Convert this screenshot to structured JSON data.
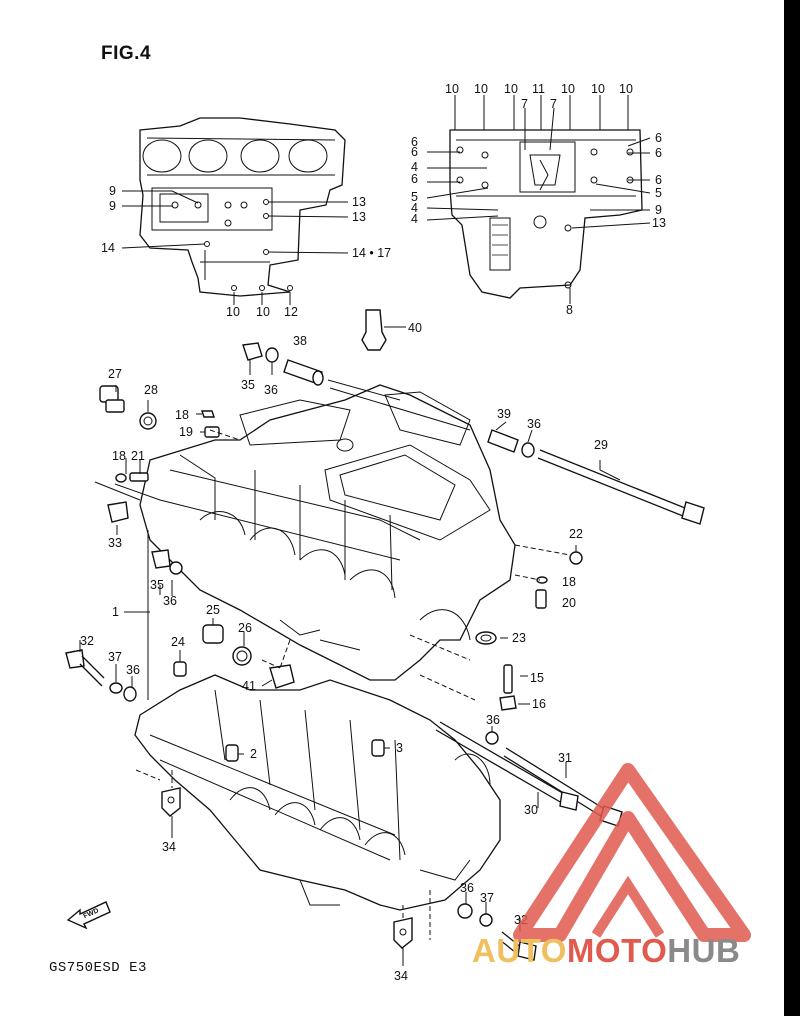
{
  "figure": {
    "title": "FIG.4",
    "model_code": "GS750ESD  E3"
  },
  "labels": {
    "inset_left": [
      "9",
      "9",
      "14",
      "13",
      "13",
      "14 • 17",
      "10",
      "10",
      "12"
    ],
    "inset_right": [
      "10",
      "10",
      "10",
      "11",
      "10",
      "10",
      "10",
      "7",
      "7",
      "6",
      "6",
      "4",
      "6",
      "5",
      "4",
      "4",
      "6",
      "6",
      "6",
      "5",
      "9",
      "13",
      "8"
    ],
    "main": [
      "40",
      "38",
      "35",
      "36",
      "27",
      "28",
      "18",
      "19",
      "18",
      "21",
      "33",
      "39",
      "36",
      "29",
      "22",
      "18",
      "20",
      "35",
      "36",
      "1",
      "25",
      "26",
      "24",
      "32",
      "37",
      "36",
      "41",
      "23",
      "15",
      "16",
      "36",
      "2",
      "3",
      "31",
      "30",
      "34",
      "36",
      "37",
      "32",
      "34"
    ],
    "fwd_badge": "FWD"
  },
  "watermark": {
    "brand_part1": "AUTO",
    "brand_part2": "MOTO",
    "brand_part3": "HUB",
    "color1": "#f0c060",
    "color2": "#e05a4e",
    "color3": "#8a8a8a"
  }
}
